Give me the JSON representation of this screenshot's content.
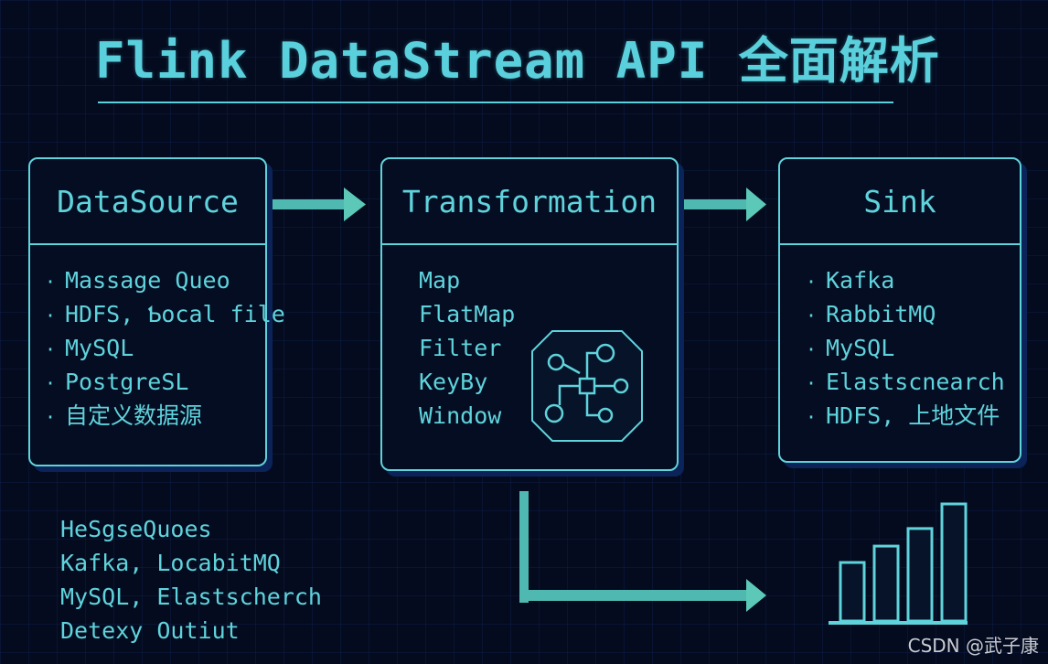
{
  "title": "Flink DataStream API 全面解析",
  "colors": {
    "background": "#040b1e",
    "accent": "#5fd3dc",
    "arrow": "#4fb8b0",
    "shadow": "#0b2358"
  },
  "source": {
    "heading": "DataSource",
    "bullet": "·",
    "items": [
      "Massage Queo",
      "HDFS, Ƅocal file",
      "MySQL",
      "PostgreSL",
      "自定义数据源"
    ]
  },
  "transformation": {
    "heading": "Transformation",
    "items": [
      "Map",
      "FlatMap",
      "Filter",
      "KeyBy",
      "Window"
    ],
    "icon": "node-graph-icon"
  },
  "sink": {
    "heading": "Sink",
    "bullet": "·",
    "items": [
      "Kafka",
      "RabbitMQ",
      "MySQL",
      "Elastscnearch",
      "HDFS, 上地文件"
    ]
  },
  "output_notes": [
    "HeSgseQuoes",
    "Kafka, LocabitMQ",
    "MySQL, Elastscherch",
    "Detexy Outiut"
  ],
  "bar_icon": {
    "relative_heights": [
      0.5,
      0.64,
      0.79,
      1.0
    ]
  },
  "watermark": "CSDN @武子康"
}
